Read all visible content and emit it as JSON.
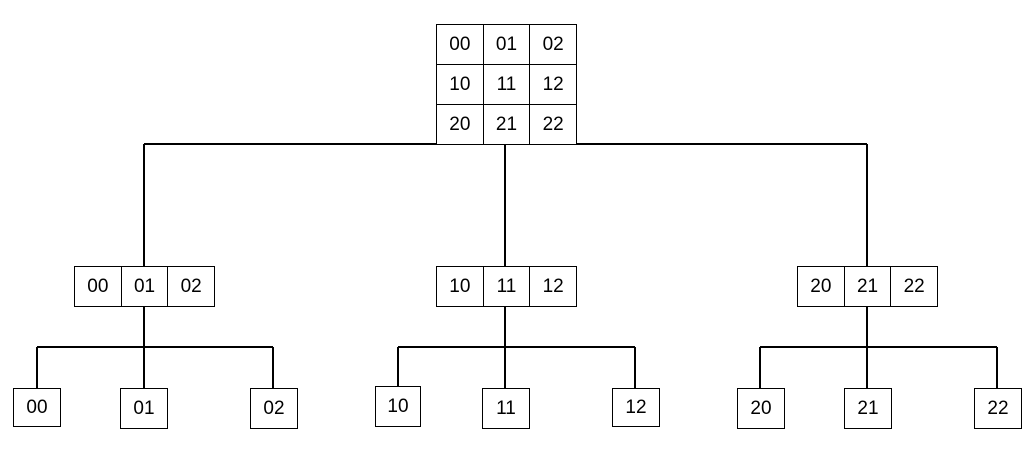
{
  "root": {
    "rows": [
      [
        "00",
        "01",
        "02"
      ],
      [
        "10",
        "11",
        "12"
      ],
      [
        "20",
        "21",
        "22"
      ]
    ]
  },
  "middle": [
    {
      "cells": [
        "00",
        "01",
        "02"
      ]
    },
    {
      "cells": [
        "10",
        "11",
        "12"
      ]
    },
    {
      "cells": [
        "20",
        "21",
        "22"
      ]
    }
  ],
  "leaves": [
    [
      "00",
      "01",
      "02"
    ],
    [
      "10",
      "11",
      "12"
    ],
    [
      "20",
      "21",
      "22"
    ]
  ]
}
